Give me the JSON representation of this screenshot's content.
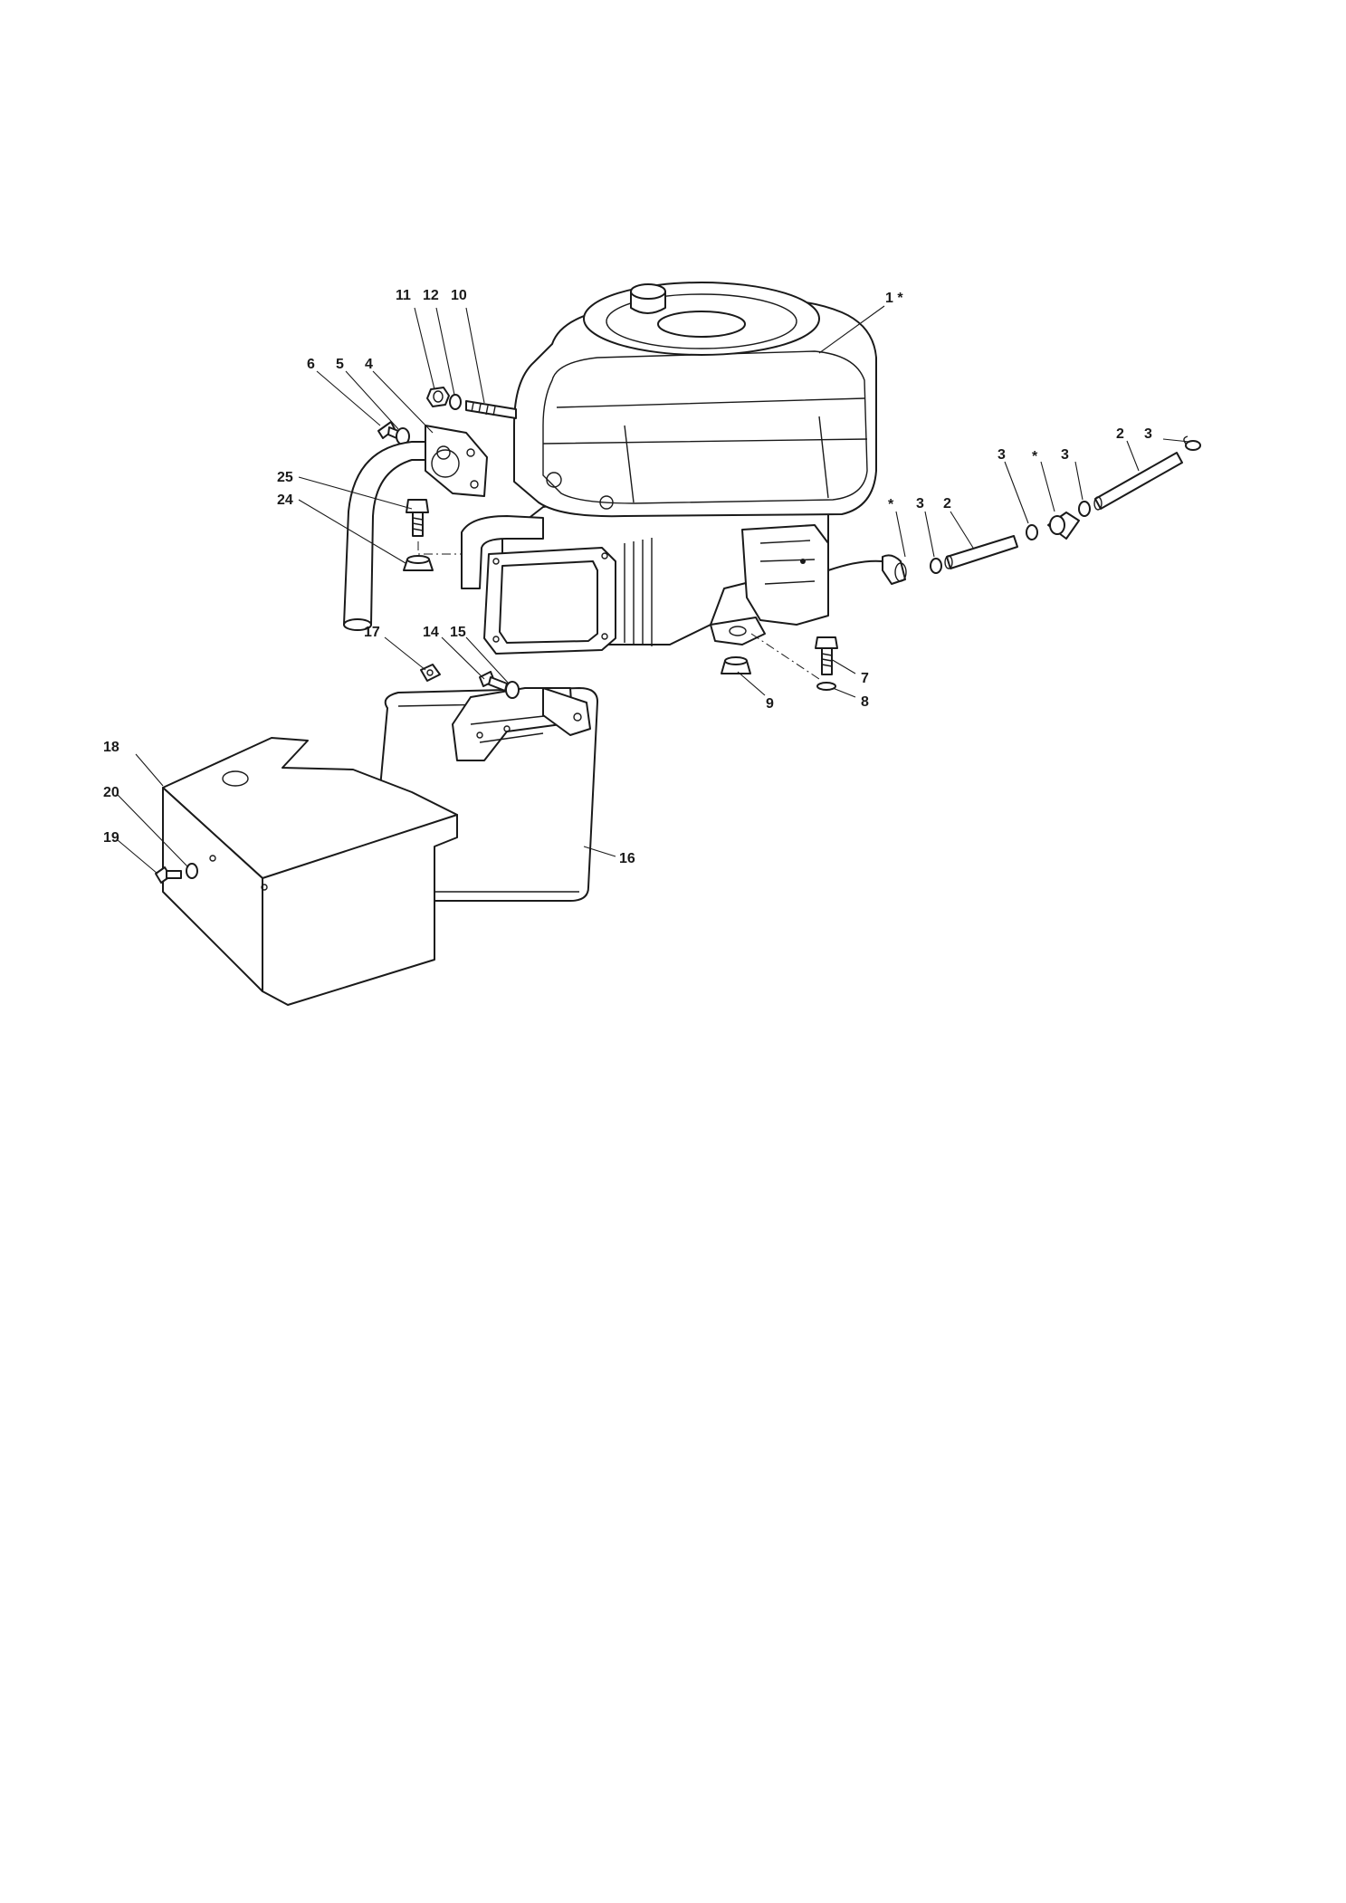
{
  "callouts": {
    "c1": "1 *",
    "c2a": "2",
    "c3a": "3",
    "c3b": "3",
    "star_b": "*",
    "c3c": "3",
    "star_c": "*",
    "c3d": "3",
    "c2b": "2",
    "c4": "4",
    "c5": "5",
    "c6": "6",
    "c7": "7",
    "c8": "8",
    "c9": "9",
    "c10": "10",
    "c11": "11",
    "c12": "12",
    "c14": "14",
    "c15": "15",
    "c16": "16",
    "c17": "17",
    "c18": "18",
    "c19": "19",
    "c20": "20",
    "c24": "24",
    "c25": "25"
  },
  "parts": [
    {
      "ref": "1",
      "name": "engine"
    },
    {
      "ref": "2",
      "name": "fuel-hose"
    },
    {
      "ref": "3",
      "name": "hose-clamp"
    },
    {
      "ref": "4",
      "name": "exhaust-pipe"
    },
    {
      "ref": "5",
      "name": "washer"
    },
    {
      "ref": "6",
      "name": "screw"
    },
    {
      "ref": "7",
      "name": "bolt"
    },
    {
      "ref": "8",
      "name": "washer"
    },
    {
      "ref": "9",
      "name": "nut"
    },
    {
      "ref": "10",
      "name": "stud"
    },
    {
      "ref": "11",
      "name": "nut"
    },
    {
      "ref": "12",
      "name": "washer"
    },
    {
      "ref": "14",
      "name": "screw"
    },
    {
      "ref": "15",
      "name": "washer"
    },
    {
      "ref": "16",
      "name": "muffler"
    },
    {
      "ref": "17",
      "name": "clip-nut"
    },
    {
      "ref": "18",
      "name": "heat-shield"
    },
    {
      "ref": "19",
      "name": "screw"
    },
    {
      "ref": "20",
      "name": "washer"
    },
    {
      "ref": "24",
      "name": "nut"
    },
    {
      "ref": "25",
      "name": "bolt"
    }
  ]
}
